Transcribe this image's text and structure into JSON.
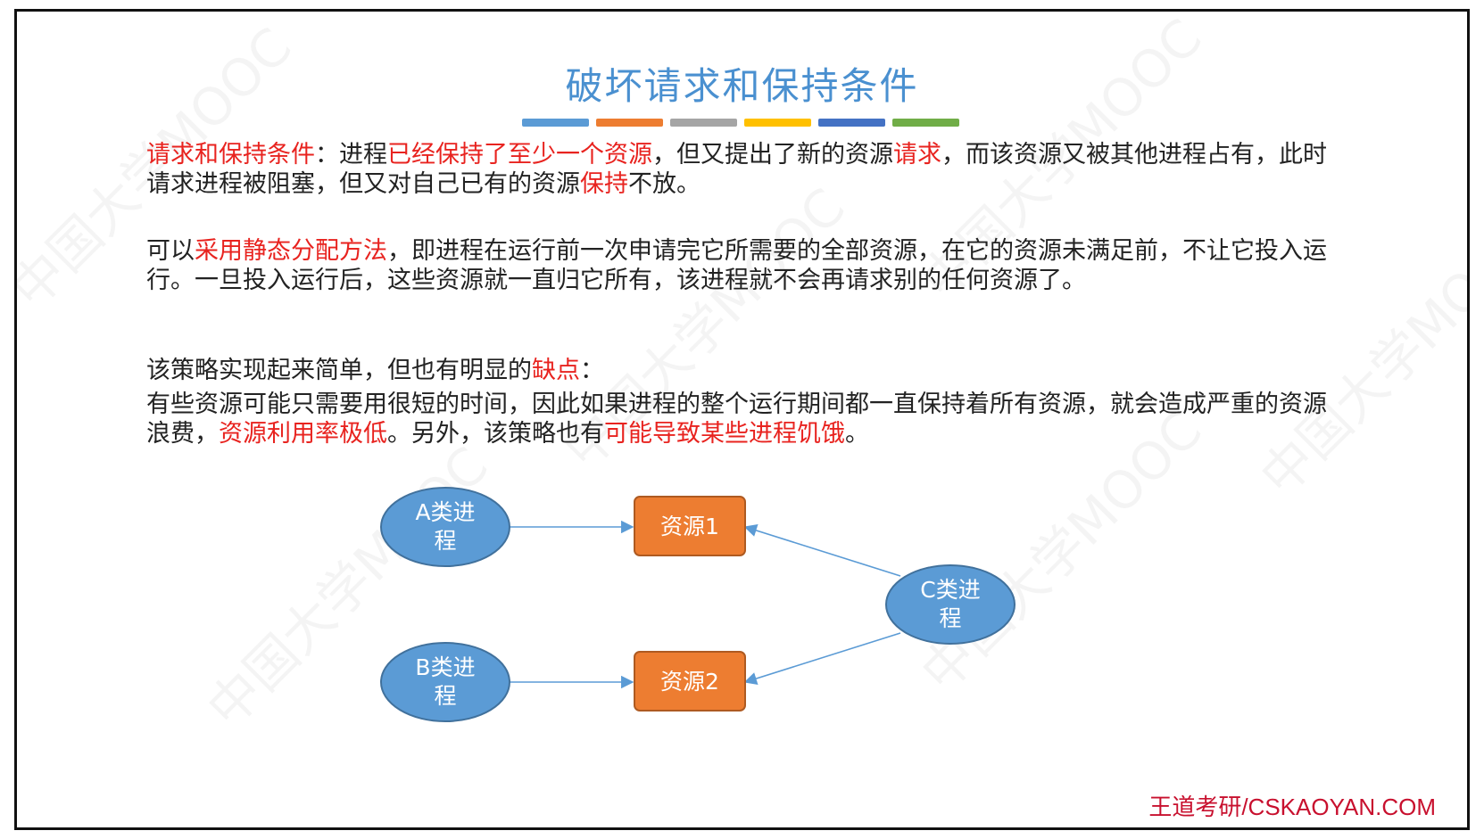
{
  "slide": {
    "title": "破坏请求和保持条件",
    "color_bar": [
      "#5b9bd5",
      "#ed7d31",
      "#a5a5a5",
      "#ffc000",
      "#4472c4",
      "#70ad47"
    ],
    "paragraphs": {
      "p1": [
        {
          "text": "请求和保持条件",
          "red": true
        },
        {
          "text": "：进程",
          "red": false
        },
        {
          "text": "已经保持了至少一个资源",
          "red": true
        },
        {
          "text": "，但又提出了新的资源",
          "red": false
        },
        {
          "text": "请求",
          "red": true
        },
        {
          "text": "，而该资源又被其他进程占有，此时请求进程被阻塞，但又对自己已有的资源",
          "red": false
        },
        {
          "text": "保持",
          "red": true
        },
        {
          "text": "不放。",
          "red": false
        }
      ],
      "p2": [
        {
          "text": "可以",
          "red": false
        },
        {
          "text": "采用静态分配方法",
          "red": true
        },
        {
          "text": "，即进程在运行前一次申请完它所需要的全部资源，在它的资源未满足前，不让它投入运行。一旦投入运行后，这些资源就一直归它所有，该进程就不会再请求别的任何资源了。",
          "red": false
        }
      ],
      "p3": [
        {
          "text": "该策略实现起来简单，但也有明显的",
          "red": false
        },
        {
          "text": "缺点",
          "red": true
        },
        {
          "text": "：",
          "red": false
        }
      ],
      "p4": [
        {
          "text": "有些资源可能只需要用很短的时间，因此如果进程的整个运行期间都一直保持着所有资源，就会造成严重的资源浪费，",
          "red": false
        },
        {
          "text": "资源利用率极低",
          "red": true
        },
        {
          "text": "。另外，该策略也有",
          "red": false
        },
        {
          "text": "可能导致某些进程饥饿",
          "red": true
        },
        {
          "text": "。",
          "red": false
        }
      ]
    },
    "diagram": {
      "colors": {
        "process": "#5b9bd5",
        "resource": "#ed7d31",
        "border": "#41719c",
        "resource_border": "#ae5a21",
        "arrow": "#5b9bd5"
      },
      "process_a": {
        "line1": "A类进",
        "line2": "程"
      },
      "process_b": {
        "line1": "B类进",
        "line2": "程"
      },
      "process_c": {
        "line1": "C类进",
        "line2": "程"
      },
      "resource_1": "资源1",
      "resource_2": "资源2"
    },
    "footer": "王道考研/CSKAOYAN.COM",
    "watermark": "中国大学MOOC"
  }
}
